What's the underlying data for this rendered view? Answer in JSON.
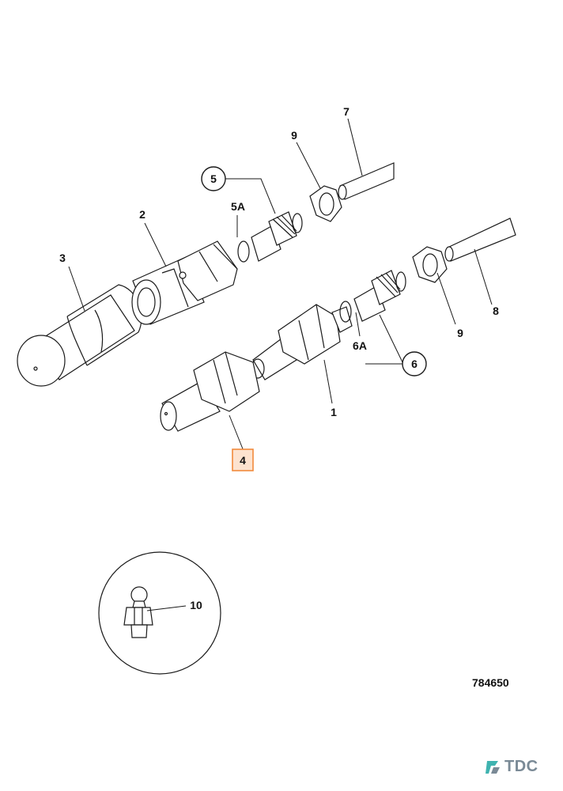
{
  "diagram": {
    "drawing_number": "784650",
    "labels": {
      "p1": "1",
      "p2": "2",
      "p3": "3",
      "p4": "4",
      "p5": "5",
      "p5a": "5A",
      "p6": "6",
      "p6a": "6A",
      "p7": "7",
      "p8": "8",
      "p9a": "9",
      "p9b": "9",
      "p10": "10"
    },
    "highlighted_label": "4",
    "highlight_color": "#f28a3c"
  },
  "brand": {
    "logo_text": "TDC",
    "logo_color": "#7a8a96",
    "logo_accent": "#3fb3b0",
    "icon": "tdc-logo-icon"
  }
}
